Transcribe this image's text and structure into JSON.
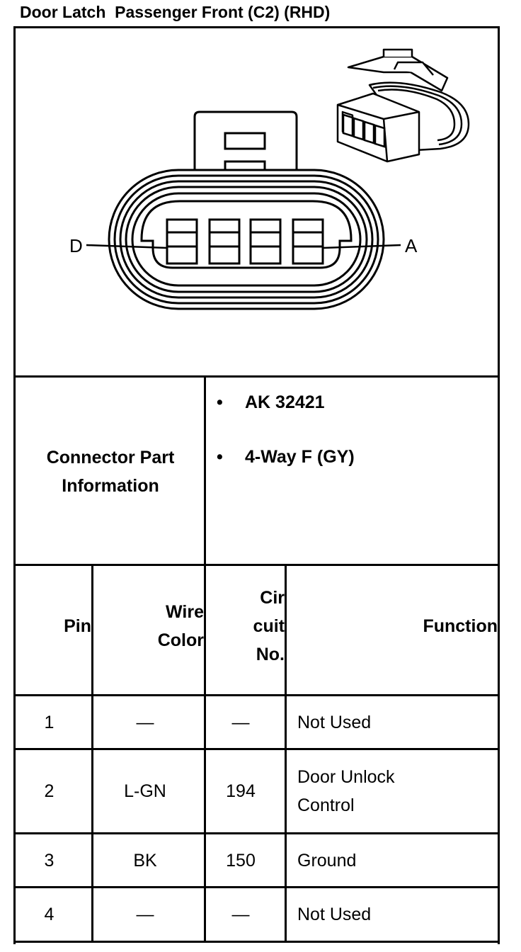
{
  "title": "Door Latch  Passenger Front (C2) (RHD)",
  "diagram": {
    "label_left": "D",
    "label_right": "A"
  },
  "connector_info": {
    "label_lines": [
      "Connector Part",
      "Information"
    ],
    "items": [
      "AK 32421",
      "4-Way F (GY)"
    ],
    "bullet": "•"
  },
  "table": {
    "headers": {
      "pin": "Pin",
      "wire_color": [
        "Wire",
        "Color"
      ],
      "circuit": [
        "Cir",
        "cuit",
        "No."
      ],
      "function": "Function"
    },
    "rows": [
      {
        "pin": "1",
        "wire_color": "—",
        "circuit": "—",
        "function": [
          "Not Used"
        ]
      },
      {
        "pin": "2",
        "wire_color": "L-GN",
        "circuit": "194",
        "function": [
          "Door Unlock",
          "Control"
        ]
      },
      {
        "pin": "3",
        "wire_color": "BK",
        "circuit": "150",
        "function": [
          "Ground"
        ]
      },
      {
        "pin": "4",
        "wire_color": "—",
        "circuit": "—",
        "function": [
          "Not Used"
        ]
      }
    ]
  }
}
